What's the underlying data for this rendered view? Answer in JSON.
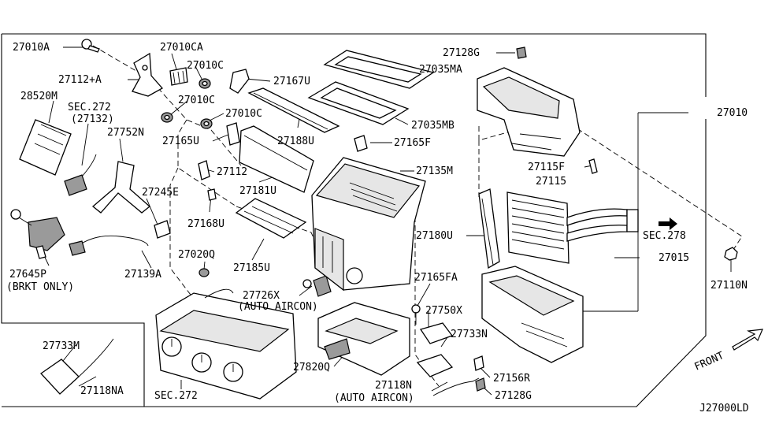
{
  "diagram_id": "J27000LD",
  "front_label": "FRONT",
  "sec_278": "SEC.278",
  "labels": {
    "p27010A": "27010A",
    "p27010CA": "27010CA",
    "p27010C_1": "27010C",
    "p27010C_2": "27010C",
    "p27010C_3": "27010C",
    "p27112A": "27112+A",
    "p28520M": "28520M",
    "sec272_top": "SEC.272",
    "sec272_top_sub": "(27132)",
    "p27752N": "27752N",
    "p27165U": "27165U",
    "p27167U": "27167U",
    "p27188U": "27188U",
    "p27112": "27112",
    "p27181U": "27181U",
    "p27245E": "27245E",
    "p27168U": "27168U",
    "p27185U": "27185U",
    "p27020Q": "27020Q",
    "p27645P": "27645P",
    "p27645P_note": "(BRKT ONLY)",
    "p27139A": "27139A",
    "p27726X": "27726X",
    "p27726X_note": "(AUTO AIRCON)",
    "p27733M": "27733M",
    "p27118NA": "27118NA",
    "sec272_bottom": "SEC.272",
    "p27035MA": "27035MA",
    "p27035MB": "27035MB",
    "p27165F": "27165F",
    "p27135M": "27135M",
    "p27180U": "27180U",
    "p27165FA": "27165FA",
    "p27750X": "27750X",
    "p27733N": "27733N",
    "p27820Q": "27820Q",
    "p27118N": "27118N",
    "p27118N_note": "(AUTO AIRCON)",
    "p27128G_top": "27128G",
    "p27010": "27010",
    "p27115F": "27115F",
    "p27115": "27115",
    "p27015": "27015",
    "p27110N": "27110N",
    "p27156R": "27156R",
    "p27128G_bottom": "27128G"
  }
}
